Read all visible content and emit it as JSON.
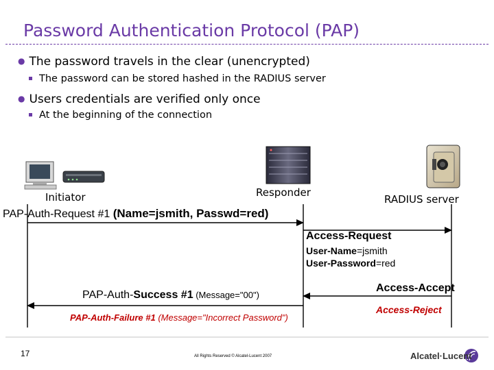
{
  "slide": {
    "title": "Password Authentication Protocol (PAP)",
    "bullets": [
      {
        "text": "The password travels in the clear (unencrypted)",
        "sub": "The password can be stored hashed in the RADIUS server"
      },
      {
        "text": "Users credentials are verified only once",
        "sub": "At the beginning of the connection"
      }
    ]
  },
  "entities": {
    "initiator": "Initiator",
    "responder": "Responder",
    "radius": "RADIUS server"
  },
  "messages": {
    "auth_request": {
      "prefix": "PAP-Auth-Request #1 ",
      "bold": "(Name=jsmith, Passwd=red)"
    },
    "access_request": {
      "title": "Access-Request",
      "line1_key": "User-Name",
      "line1_val": "=jsmith",
      "line2_key": "User-Password",
      "line2_val": "=red"
    },
    "auth_success": {
      "part1": "PAP-Auth-",
      "part2": "Success #1",
      "part3": " (Message=\"00\")"
    },
    "access_accept": "Access-Accept",
    "auth_failure": {
      "part1": "PAP-Auth-Failure #1",
      "part2": " (Message=\"Incorrect Password\")"
    },
    "access_reject": "Access-Reject"
  },
  "footer": {
    "page_number": "17",
    "copyright": "All Rights Reserved © Alcatel-Lucent 2007",
    "logo_text": "Alcatel·Lucent"
  },
  "colors": {
    "accent": "#6a3aa6",
    "failure_red": "#c00000",
    "text": "#000000"
  }
}
